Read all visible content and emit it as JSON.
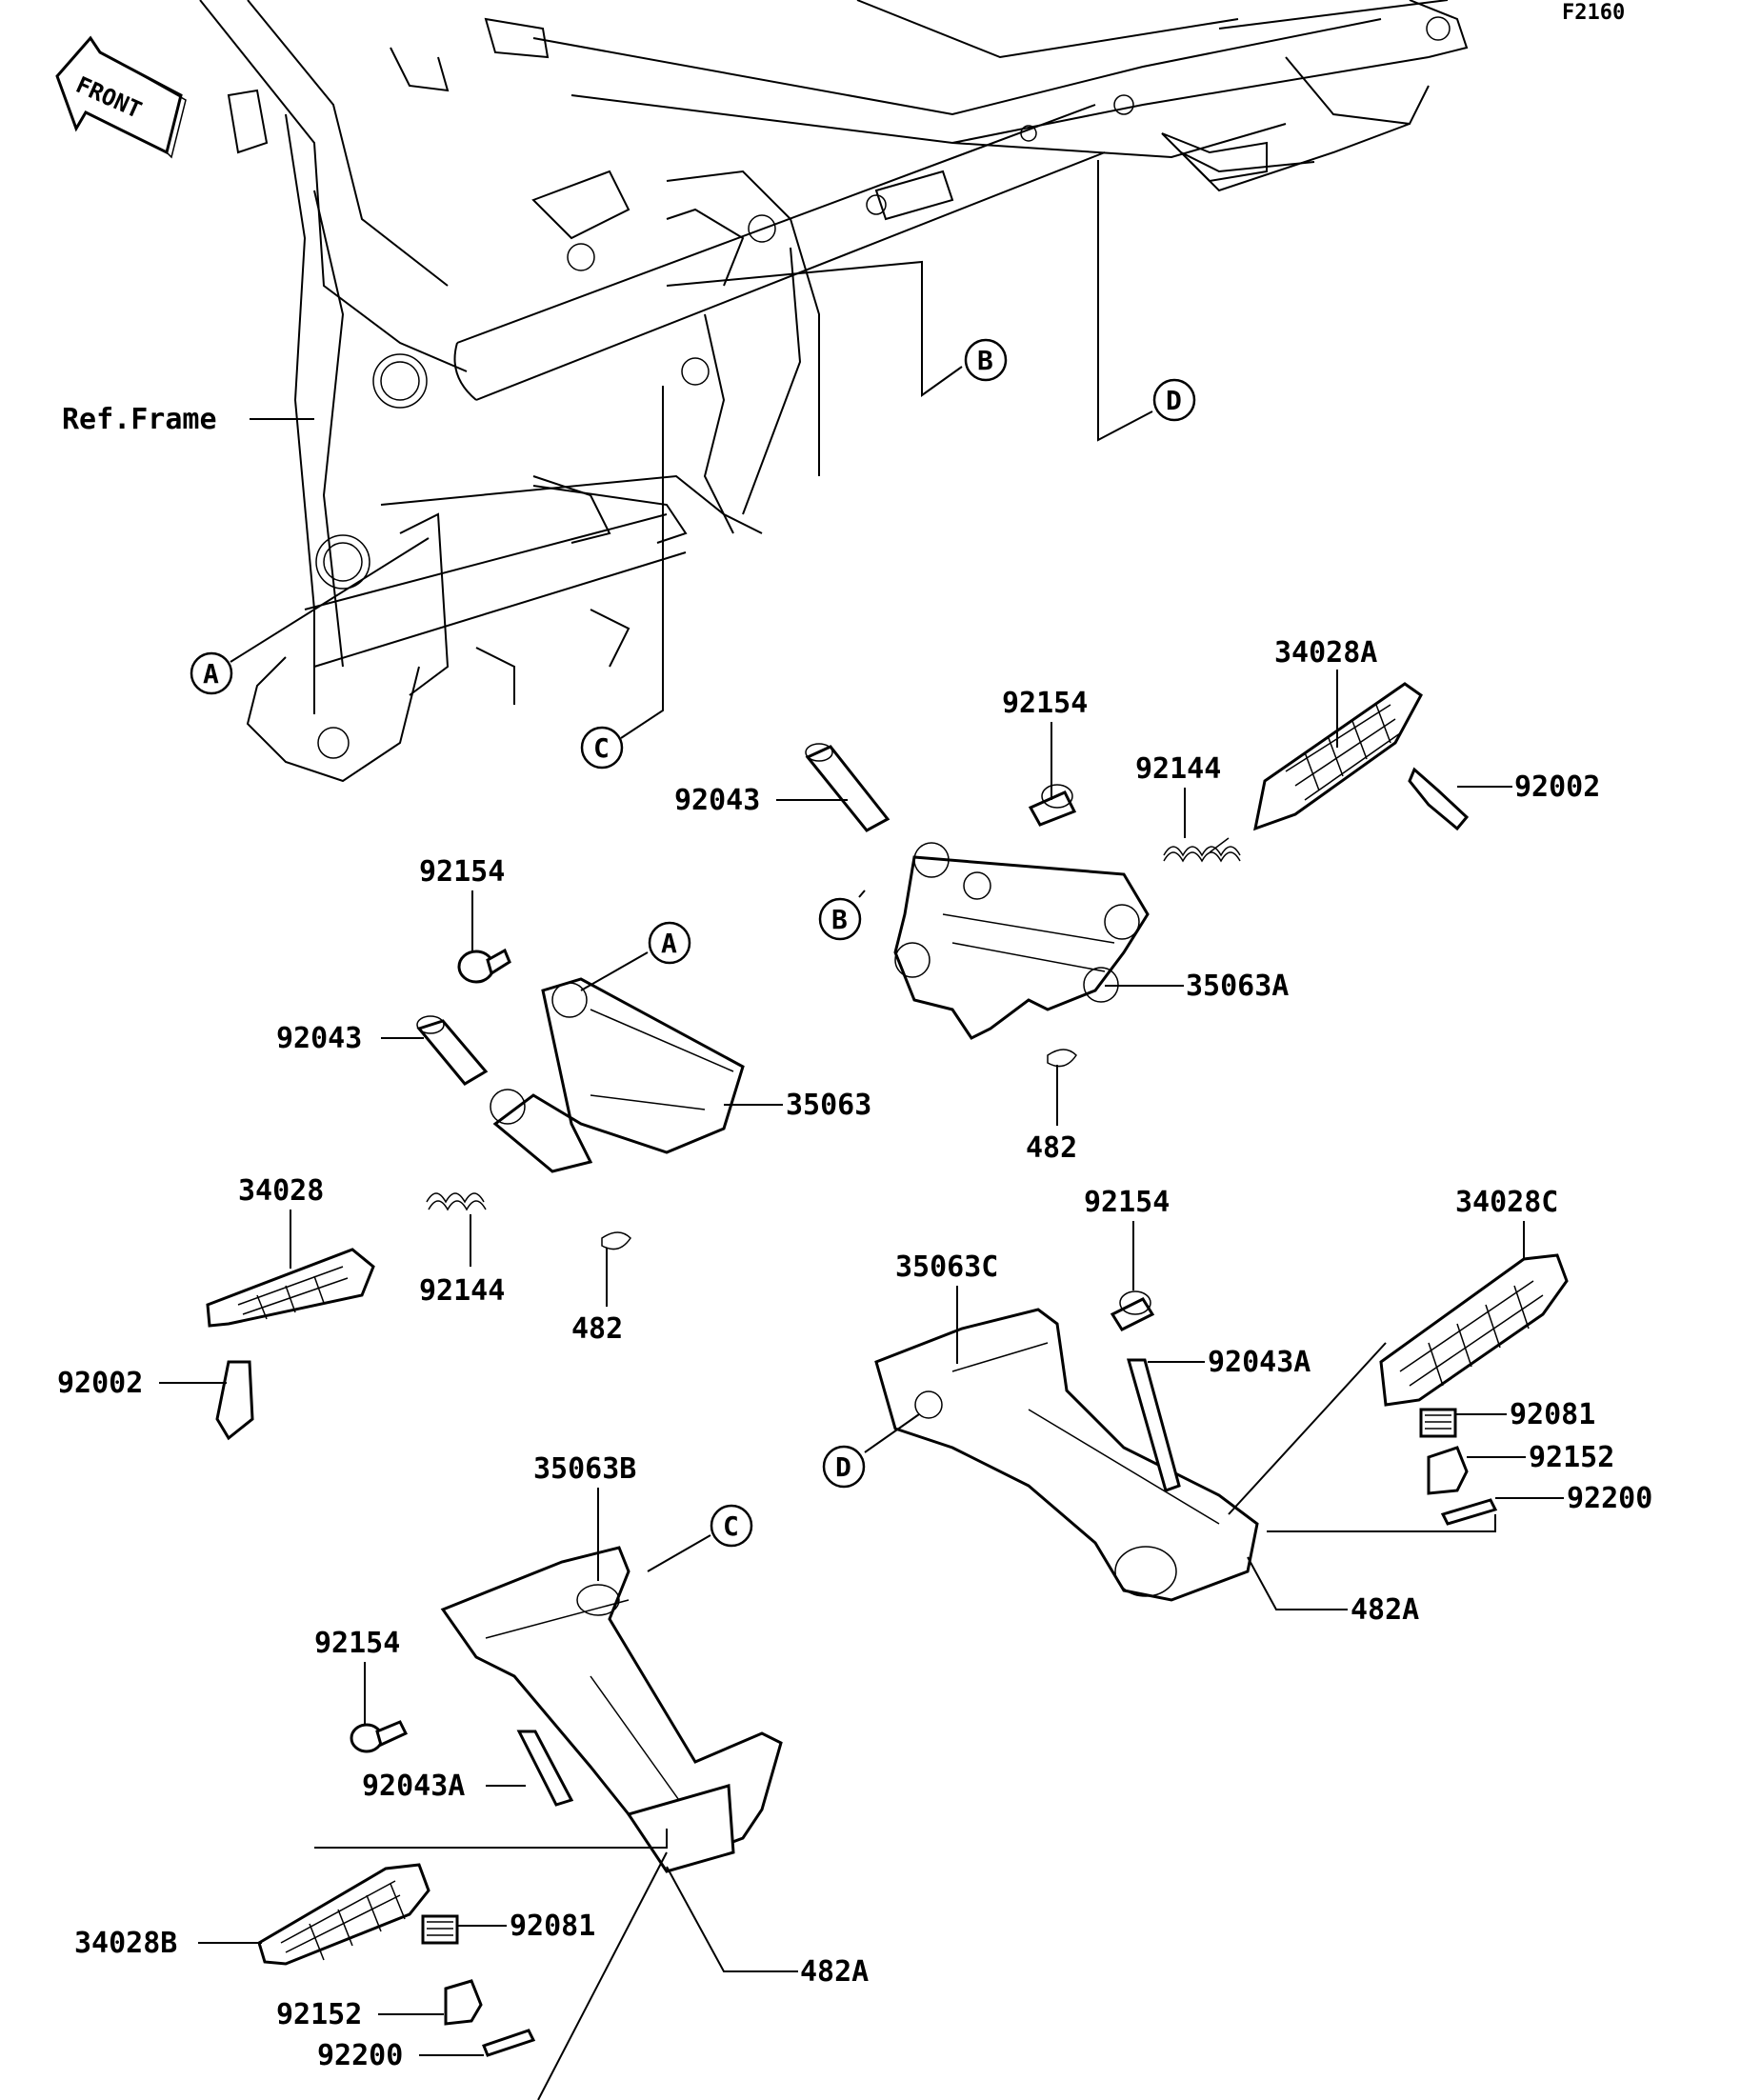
{
  "header": {
    "figure_code": "F2160",
    "front_arrow": "FRONT"
  },
  "frame": {
    "label": "Ref.Frame"
  },
  "refs": {
    "A": "A",
    "B": "B",
    "C": "C",
    "D": "D"
  },
  "parts": {
    "p34028A": "34028A",
    "p92154_a": "92154",
    "p92144_a": "92144",
    "p92002_a": "92002",
    "p92043_a": "92043",
    "p35063A": "35063A",
    "p482_a": "482",
    "p92154_b": "92154",
    "p92043_b": "92043",
    "p35063": "35063",
    "p34028": "34028",
    "p92144_b": "92144",
    "p482_b": "482",
    "p92002_b": "92002",
    "p92154_c": "92154",
    "p34028C": "34028C",
    "p35063C": "35063C",
    "p92043A_a": "92043A",
    "p92081_a": "92081",
    "p92152_a": "92152",
    "p92200_a": "92200",
    "p482A_a": "482A",
    "p35063B": "35063B",
    "p92154_d": "92154",
    "p92043A_b": "92043A",
    "p34028B": "34028B",
    "p92081_b": "92081",
    "p482A_b": "482A",
    "p92152_b": "92152",
    "p92200_b": "92200"
  }
}
